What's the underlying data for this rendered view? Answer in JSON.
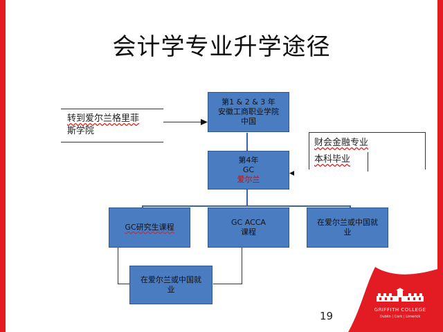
{
  "slide": {
    "title": "会计学专业升学途径",
    "page_number": "19"
  },
  "boxes": {
    "top": {
      "line1": "第1 & 2 & 3 年",
      "line2": "安徽工商职业学院",
      "line3": "中国"
    },
    "middle": {
      "line1": "第4年",
      "line2": "GC",
      "line3": "爱尔兰"
    },
    "left": {
      "line1": "GC研究生课程"
    },
    "center": {
      "line1": "GC ACCA",
      "line2": "课程"
    },
    "right": {
      "line1": "在爱尔兰或中国就",
      "line2": "业"
    },
    "bottom": {
      "line1": "在爱尔兰或中国就",
      "line2": "业"
    }
  },
  "side_notes": {
    "transfer": {
      "line1": "转到爱尔兰格里菲",
      "line2": "斯学院"
    },
    "finance": {
      "line1": "财会金融专业",
      "line2": "本科毕业"
    }
  },
  "logo": {
    "name": "GRIFFITH COLLEGE",
    "tagline": "Dublin | Cork | Limerick"
  },
  "colors": {
    "accent_red": "#e31b23",
    "box_blue": "#4a7cc2",
    "connector": "#3b64a6"
  }
}
